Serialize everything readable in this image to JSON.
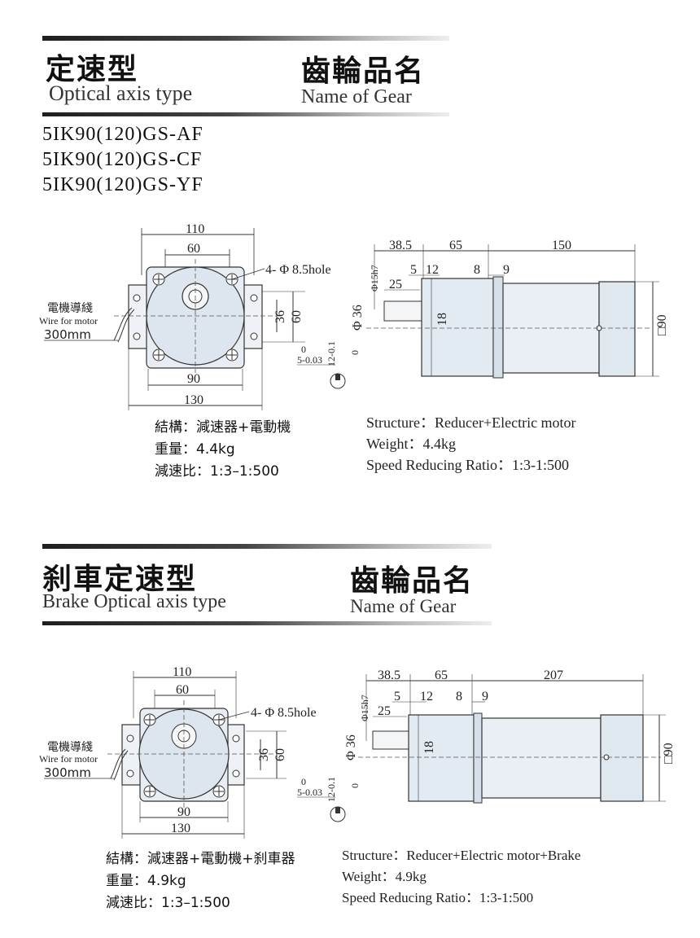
{
  "section1": {
    "title_cn": "定速型",
    "title_en": "Optical axis type",
    "gear_cn": "齒輪品名",
    "gear_en": "Name of Gear",
    "models": [
      "5IK90(120)GS-AF",
      "5IK90(120)GS-CF",
      "5IK90(120)GS-YF"
    ],
    "front": {
      "dim_110": "110",
      "dim_60": "60",
      "dim_90": "90",
      "dim_130": "130",
      "dim_36": "36",
      "dim_60v": "60",
      "hole": "4- Φ 8.5hole",
      "wire_cn": "電機導綫",
      "wire_en": "Wire for motor",
      "wire_len": "300mm",
      "tol_top": "0",
      "tol_key": "5-0.03",
      "tol_top2": "0",
      "tol_key2": "12-0.1"
    },
    "side": {
      "dim_385": "38.5",
      "dim_65": "65",
      "dim_len": "150",
      "dim_5": "5",
      "dim_12": "12",
      "dim_8": "8",
      "dim_9": "9",
      "dim_25": "25",
      "shaft_dia": "Φ 36",
      "shaft_fit": "Φ15h7",
      "dim_18": "18",
      "square": "□90"
    },
    "specs_cn": [
      "結構：減速器+電動機",
      "重量：4.4kg",
      "減速比：1:3–1:500"
    ],
    "specs_en": [
      "Structure：Reducer+Electric motor",
      "Weight：4.4kg",
      "Speed Reducing Ratio：1:3-1:500"
    ]
  },
  "section2": {
    "title_cn": "刹車定速型",
    "title_en": "Brake Optical axis type",
    "gear_cn": "齒輪品名",
    "gear_en": "Name of Gear",
    "front": {
      "dim_110": "110",
      "dim_60": "60",
      "dim_90": "90",
      "dim_130": "130",
      "dim_36": "36",
      "dim_60v": "60",
      "hole": "4- Φ 8.5hole",
      "wire_cn": "電機導綫",
      "wire_en": "Wire for motor",
      "wire_len": "300mm",
      "tol_top": "0",
      "tol_key": "5-0.03",
      "tol_top2": "0",
      "tol_key2": "12-0.1"
    },
    "side": {
      "dim_385": "38.5",
      "dim_65": "65",
      "dim_len": "207",
      "dim_5": "5",
      "dim_12": "12",
      "dim_8": "8",
      "dim_9": "9",
      "dim_25": "25",
      "shaft_dia": "Φ 36",
      "shaft_fit": "Φ15h7",
      "dim_18": "18",
      "square": "□90"
    },
    "specs_cn": [
      "結構：減速器+電動機+刹車器",
      "重量：4.9kg",
      "減速比：1:3–1:500"
    ],
    "specs_en": [
      "Structure：Reducer+Electric motor+Brake",
      "Weight：4.9kg",
      "Speed Reducing Ratio：1:3-1:500"
    ]
  }
}
